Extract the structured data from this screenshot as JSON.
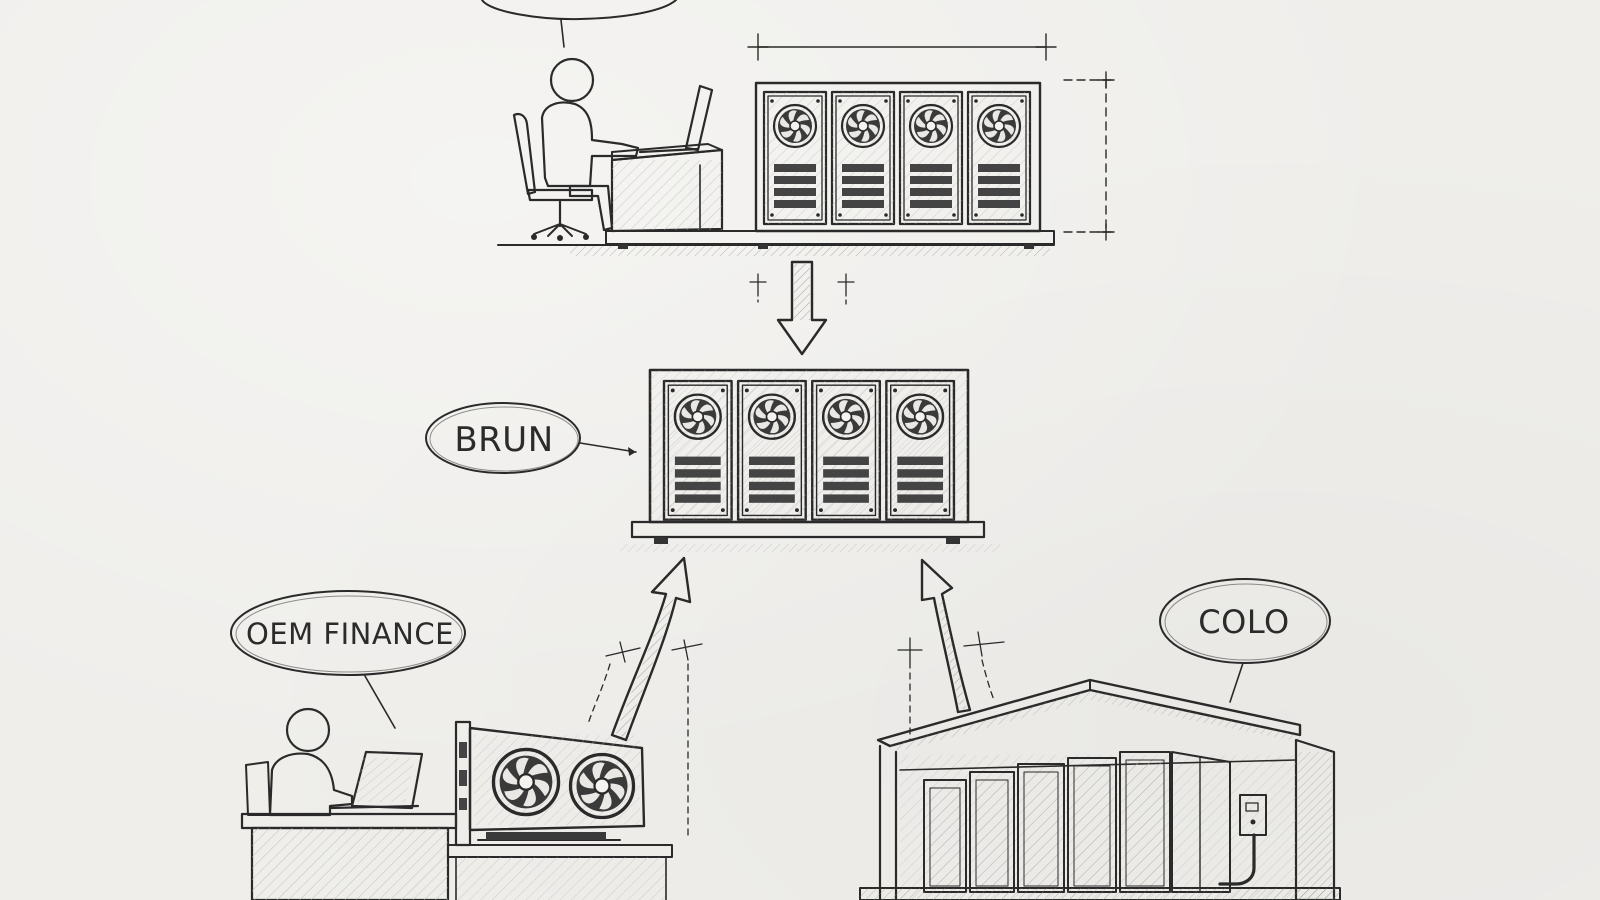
{
  "labels": {
    "brun": "BRUN",
    "oem_finance": "OEM FINANCE",
    "colo": "COLO"
  },
  "colors": {
    "paper": "#efeeeb",
    "ink": "#2a2a2a",
    "shade": "#cfcdc8"
  },
  "icons": [
    "person-icon",
    "laptop-icon",
    "office-chair-icon",
    "gpu-server-icon",
    "fan-icon",
    "graphics-card-icon",
    "datacenter-building-icon",
    "server-rack-icon",
    "electrical-panel-icon",
    "arrow-down-icon",
    "arrow-up-icon"
  ]
}
